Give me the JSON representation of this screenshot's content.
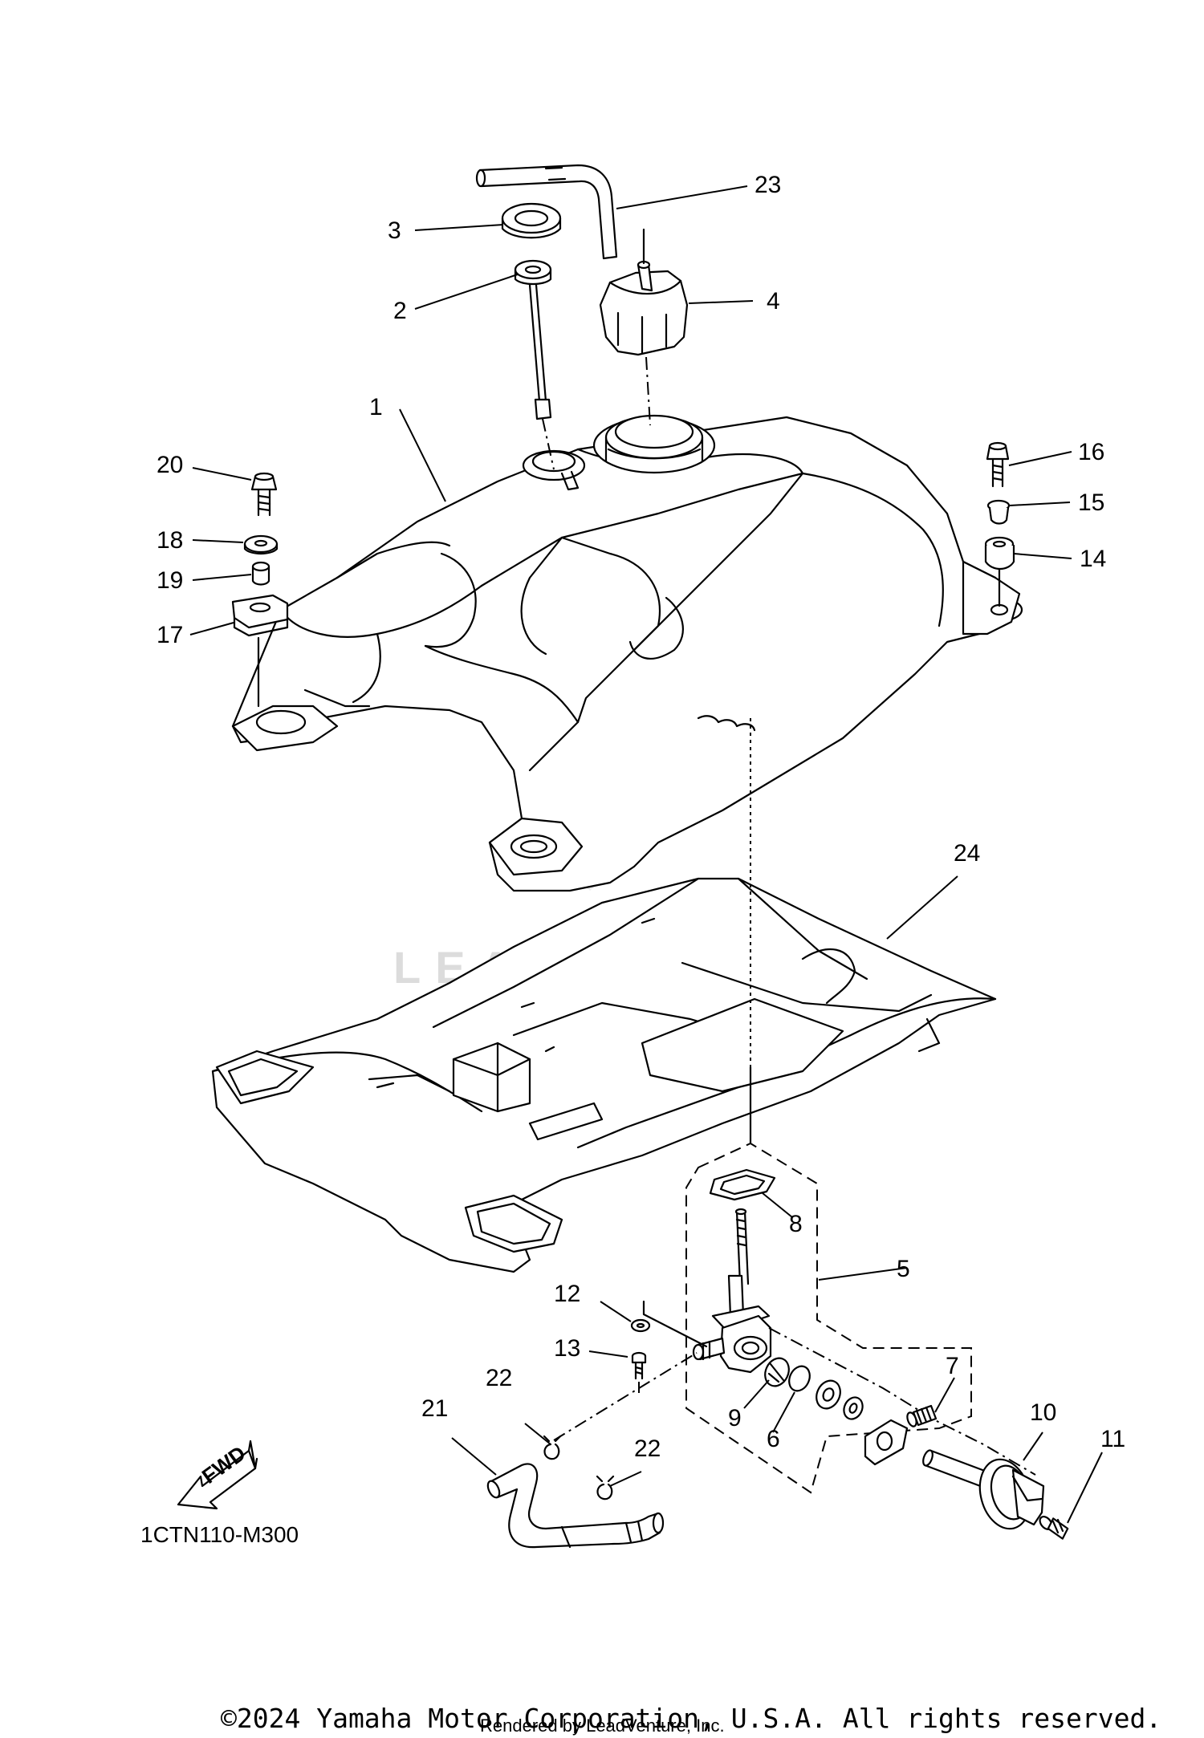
{
  "parts": [
    {
      "num": "1",
      "icon": "fuel-tank-icon"
    },
    {
      "num": "2",
      "icon": "fuel-gauge-sender-icon"
    },
    {
      "num": "3",
      "icon": "grommet-icon"
    },
    {
      "num": "4",
      "icon": "fuel-cap-icon"
    },
    {
      "num": "5",
      "icon": "fuel-cock-assembly-icon"
    },
    {
      "num": "6",
      "icon": "o-ring-icon"
    },
    {
      "num": "7",
      "icon": "screw-icon"
    },
    {
      "num": "8",
      "icon": "gasket-icon"
    },
    {
      "num": "9",
      "icon": "filter-icon"
    },
    {
      "num": "10",
      "icon": "lever-icon"
    },
    {
      "num": "11",
      "icon": "screw-icon"
    },
    {
      "num": "12",
      "icon": "washer-icon"
    },
    {
      "num": "13",
      "icon": "bolt-icon"
    },
    {
      "num": "14",
      "icon": "damper-icon"
    },
    {
      "num": "15",
      "icon": "collar-icon"
    },
    {
      "num": "16",
      "icon": "bolt-icon"
    },
    {
      "num": "17",
      "icon": "damper-icon"
    },
    {
      "num": "18",
      "icon": "washer-icon"
    },
    {
      "num": "19",
      "icon": "collar-icon"
    },
    {
      "num": "20",
      "icon": "bolt-icon"
    },
    {
      "num": "21",
      "icon": "fuel-hose-icon"
    },
    {
      "num": "22",
      "icon": "clip-icon"
    },
    {
      "num": "23",
      "icon": "breather-hose-icon"
    },
    {
      "num": "24",
      "icon": "tank-cover-icon"
    }
  ],
  "labels": {
    "p1": "1",
    "p2": "2",
    "p3": "3",
    "p4": "4",
    "p5": "5",
    "p6": "6",
    "p7": "7",
    "p8": "8",
    "p9": "9",
    "p10": "10",
    "p11": "11",
    "p12": "12",
    "p13": "13",
    "p14": "14",
    "p15": "15",
    "p16": "16",
    "p17": "17",
    "p18": "18",
    "p19": "19",
    "p20": "20",
    "p21": "21",
    "p22a": "22",
    "p22b": "22",
    "p23": "23",
    "p24": "24"
  },
  "fwd_arrow": "FWD",
  "diagram_code": "1CTN110-M300",
  "watermark": "LEADVENTURE",
  "copyright": "©2024 Yamaha Motor Corporation, U.S.A. All rights reserved.",
  "rendered_by": "Rendered by LeadVenture, Inc.",
  "colors": {
    "line": "#000000",
    "background": "#ffffff",
    "watermark": "#dcdcdc"
  }
}
